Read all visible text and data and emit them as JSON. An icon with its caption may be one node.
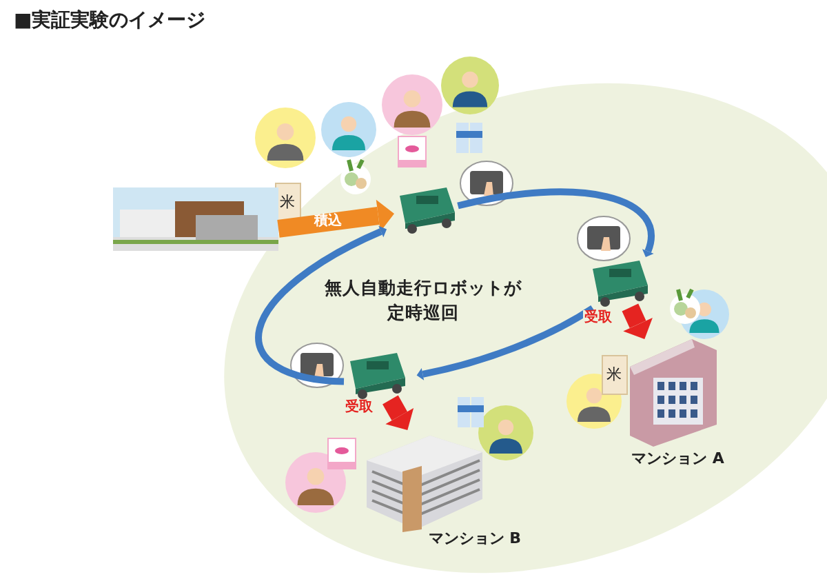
{
  "diagram": {
    "title": "■実証実験のイメージ",
    "nodes": [
      {
        "text": [],
        "shape": "picture"
      },
      {
        "text": [],
        "shape": "picture"
      },
      {
        "text": [],
        "shape": "picture"
      },
      {
        "text": [],
        "shape": "picture"
      },
      {
        "text": [
          "マンション A"
        ]
      },
      {
        "text": [
          "マンション B"
        ]
      }
    ],
    "edges": [
      {
        "from": 0,
        "to": 1,
        "arrow": "to",
        "label": "積込",
        "style": "thick",
        "color": "#f08a24"
      },
      {
        "from": 2,
        "to": 4,
        "arrow": "to",
        "label": "受取",
        "style": "thick",
        "color": "#e52421"
      },
      {
        "from": 3,
        "to": 5,
        "arrow": "to",
        "label": "受取",
        "style": "thick",
        "color": "#e52421"
      },
      {
        "from": 1,
        "to": 2,
        "arrow": "to",
        "color": "#3f7bc4"
      },
      {
        "from": 2,
        "to": 3,
        "arrow": "to",
        "color": "#3f7bc4"
      },
      {
        "from": 3,
        "to": 1,
        "arrow": "to",
        "color": "#3f7bc4"
      }
    ],
    "labels": [
      "無人自動走行ロボットが定時巡回",
      "米",
      "米"
    ]
  }
}
